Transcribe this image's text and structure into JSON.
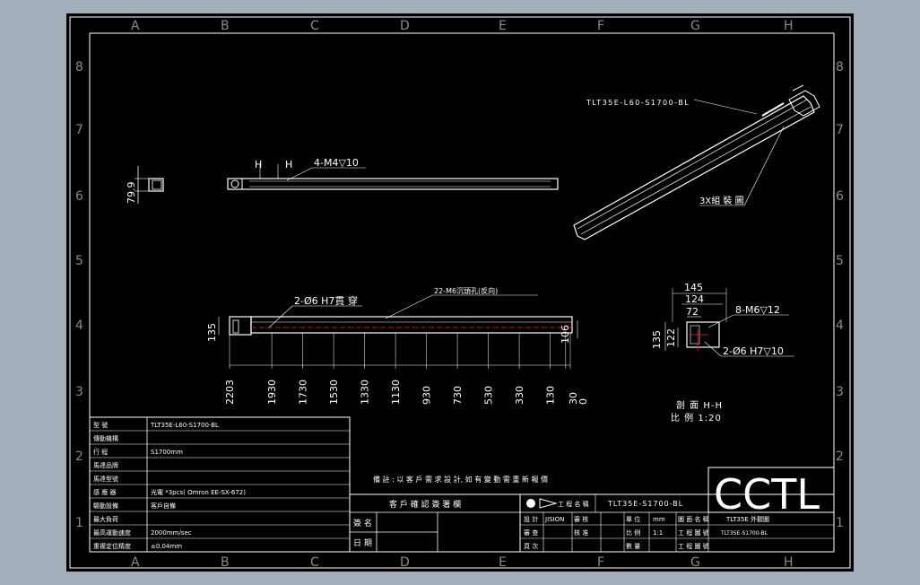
{
  "colors": {
    "background": "#a3aebb",
    "paper": "#000000",
    "line": "#ffffff",
    "grid_label": "#8a8a8a",
    "center_line": "#ff2020"
  },
  "grid": {
    "columns": [
      "A",
      "B",
      "C",
      "D",
      "E",
      "F",
      "G",
      "H"
    ],
    "rows": [
      "8",
      "7",
      "6",
      "5",
      "4",
      "3",
      "2",
      "1"
    ]
  },
  "views": {
    "iso_label": "TLT35E-L60-S1700-BL",
    "iso_note": "3X組 裝 圖",
    "left_dim": "79.9",
    "top_view_h": "H",
    "top_view_h2": "H",
    "top_view_note": "4-M4▽10",
    "front_hole_note": "2-Ø6 H7貫 穿",
    "front_mid_note": "22-M6沉頭孔(反向)",
    "front_left_dim": "135",
    "front_right_dim": "106",
    "positions": [
      "2203",
      "1930",
      "1730",
      "1530",
      "1330",
      "1130",
      "930",
      "730",
      "530",
      "330",
      "130",
      "30",
      "0"
    ],
    "section_dims": {
      "w145": "145",
      "w124": "124",
      "w72": "72",
      "h135": "135",
      "h122": "122"
    },
    "section_m6": "8-M6▽12",
    "section_hole": "2-Ø6 H7▽10",
    "section_title": "剖 面 H-H",
    "section_scale": "比 例 1:20"
  },
  "spec_table": {
    "rows": [
      {
        "label": "型 號",
        "value": "TLT35E-L60-S1700-BL"
      },
      {
        "label": "傳動機構",
        "value": ""
      },
      {
        "label": "行 程",
        "value": "S1700mm"
      },
      {
        "label": "馬達品牌",
        "value": ""
      },
      {
        "label": "馬達型號",
        "value": ""
      },
      {
        "label": "感 應 器",
        "value": "光電 *3pcs( Omron EE-SX-672)"
      },
      {
        "label": "驅動設備",
        "value": "客戶自備"
      },
      {
        "label": "最大負荷",
        "value": ""
      },
      {
        "label": "最高運動速度",
        "value": "2000mm/sec"
      },
      {
        "label": "重複定位精度",
        "value": "±0.04mm"
      }
    ]
  },
  "notes": {
    "remark": "備 註 : 以 客 戶 需 求 設 計, 如 有 變 動 需 重 新 報 價",
    "customer_confirm": "客 戶 確 認 簽 署 欄",
    "sign": "簽 名",
    "date": "日 期"
  },
  "title_block": {
    "logo": "CCTL",
    "projection": "工 程 名 稱",
    "drawing_title": "TLT35E-S1700-BL",
    "designer_label": "設 計",
    "designer": "JISION",
    "checked_label": "審 核",
    "approved_label": "核 准",
    "reviewed_label": "審 查",
    "unit_label": "單 位",
    "unit_value": "mm",
    "scale_label": "比 例",
    "scale_value": "1:1",
    "qty_label": "數 量",
    "name_label": "圖 面 名 稱",
    "name_value": "TLT35E 外觀圖",
    "dwg_no_label": "工 程 圖 號",
    "dwg_no_value": "TLT35E-S1700-BL",
    "page_label": "頁 次",
    "sheet_label": "工 程 圖 號"
  }
}
